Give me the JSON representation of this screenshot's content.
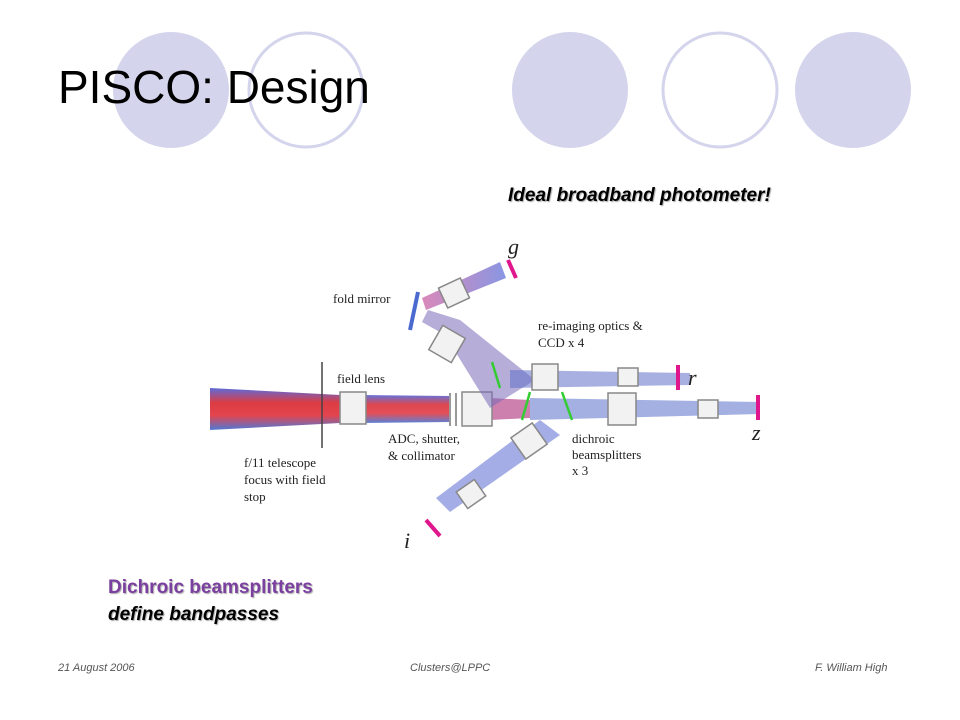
{
  "slide": {
    "title": "PISCO: Design",
    "tagline": "Ideal broadband photometer!",
    "notes": [
      "Dichroic beamsplitters",
      "define bandpasses"
    ]
  },
  "footer": {
    "date": "21 August 2006",
    "event": "Clusters@LPPC",
    "author": "F. William High"
  },
  "diagram": {
    "labels": {
      "fold_mirror": "fold mirror",
      "reimaging_1": "re-imaging optics &",
      "reimaging_2": "CCD  x 4",
      "field_lens": "field lens",
      "adc_1": "ADC, shutter,",
      "adc_2": "& collimator",
      "dichroic_1": "dichroic",
      "dichroic_2": "beamsplitters",
      "dichroic_3": "x 3",
      "telescope_1": "f/11 telescope",
      "telescope_2": "focus with field",
      "telescope_3": "stop"
    },
    "bands": {
      "g": "g",
      "r": "r",
      "z": "z",
      "i": "i"
    }
  },
  "colors": {
    "circle_fill": "#d4d4ec",
    "circle_stroke": "#d4d4ec",
    "note_accent": "#7b3fa0",
    "detector": "#e0168c",
    "dichroic": "#33cc33"
  }
}
